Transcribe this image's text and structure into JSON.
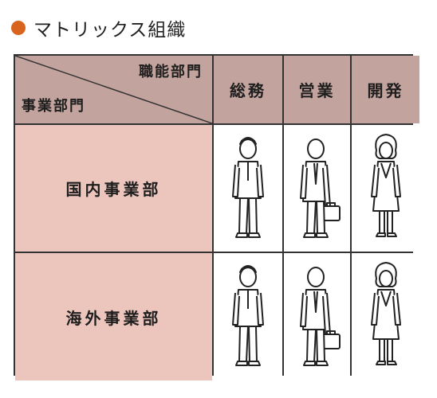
{
  "title": "マトリックス組織",
  "accent_color": "#d9641e",
  "header_color": "#c2a39d",
  "row_header_color": "#ecc5bc",
  "matrix": {
    "corner_top_label": "職能部門",
    "corner_bottom_label": "事業部門",
    "columns": [
      "総務",
      "営業",
      "開発"
    ],
    "rows": [
      {
        "label": "国内事業部",
        "people": [
          "man-icon",
          "businessman-with-bag-icon",
          "woman-icon"
        ]
      },
      {
        "label": "海外事業部",
        "people": [
          "man-icon",
          "businessman-with-bag-icon",
          "woman-icon"
        ]
      }
    ]
  }
}
